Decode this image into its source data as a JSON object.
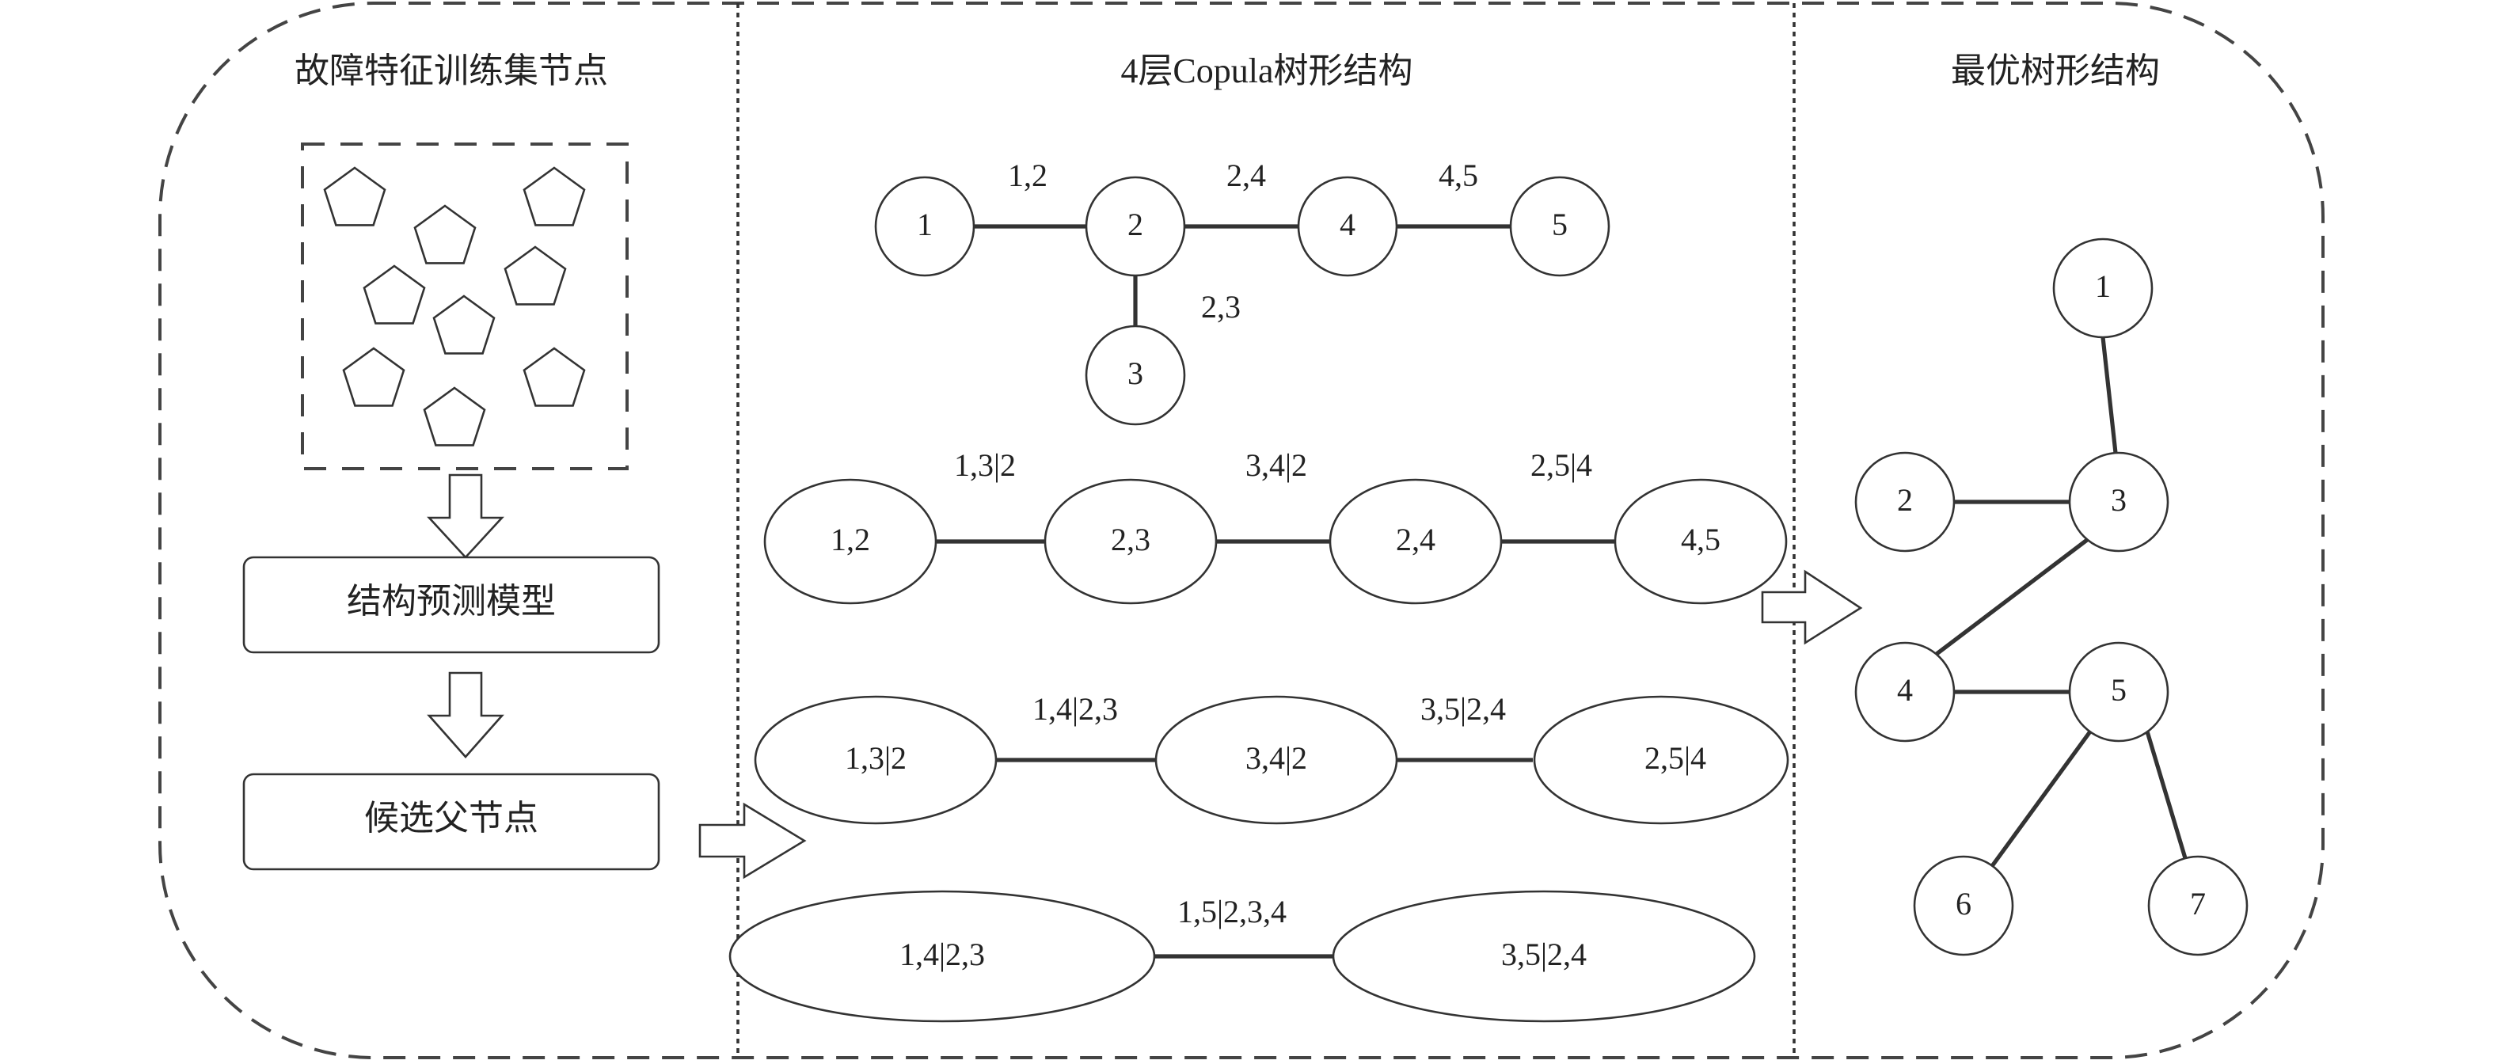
{
  "panels": {
    "left_title": "故障特征训练集节点",
    "middle_title": "4层Copula树形结构",
    "right_title": "最优树形结构"
  },
  "left": {
    "box1_label": "结构预测模型",
    "box2_label": "候选父节点"
  },
  "tree1": {
    "nodes": [
      "1",
      "2",
      "4",
      "5",
      "3"
    ],
    "edges": [
      "1,2",
      "2,4",
      "4,5",
      "2,3"
    ]
  },
  "tree2": {
    "nodes": [
      "1,2",
      "2,3",
      "2,4",
      "4,5"
    ],
    "edges": [
      "1,3|2",
      "3,4|2",
      "2,5|4"
    ]
  },
  "tree3": {
    "nodes": [
      "1,3|2",
      "3,4|2",
      "2,5|4"
    ],
    "edges": [
      "1,4|2,3",
      "3,5|2,4"
    ]
  },
  "tree4": {
    "nodes": [
      "1,4|2,3",
      "3,5|2,4"
    ],
    "edges": [
      "1,5|2,3,4"
    ]
  },
  "optimal_tree": {
    "nodes": [
      "1",
      "2",
      "3",
      "4",
      "5",
      "6",
      "7"
    ]
  }
}
